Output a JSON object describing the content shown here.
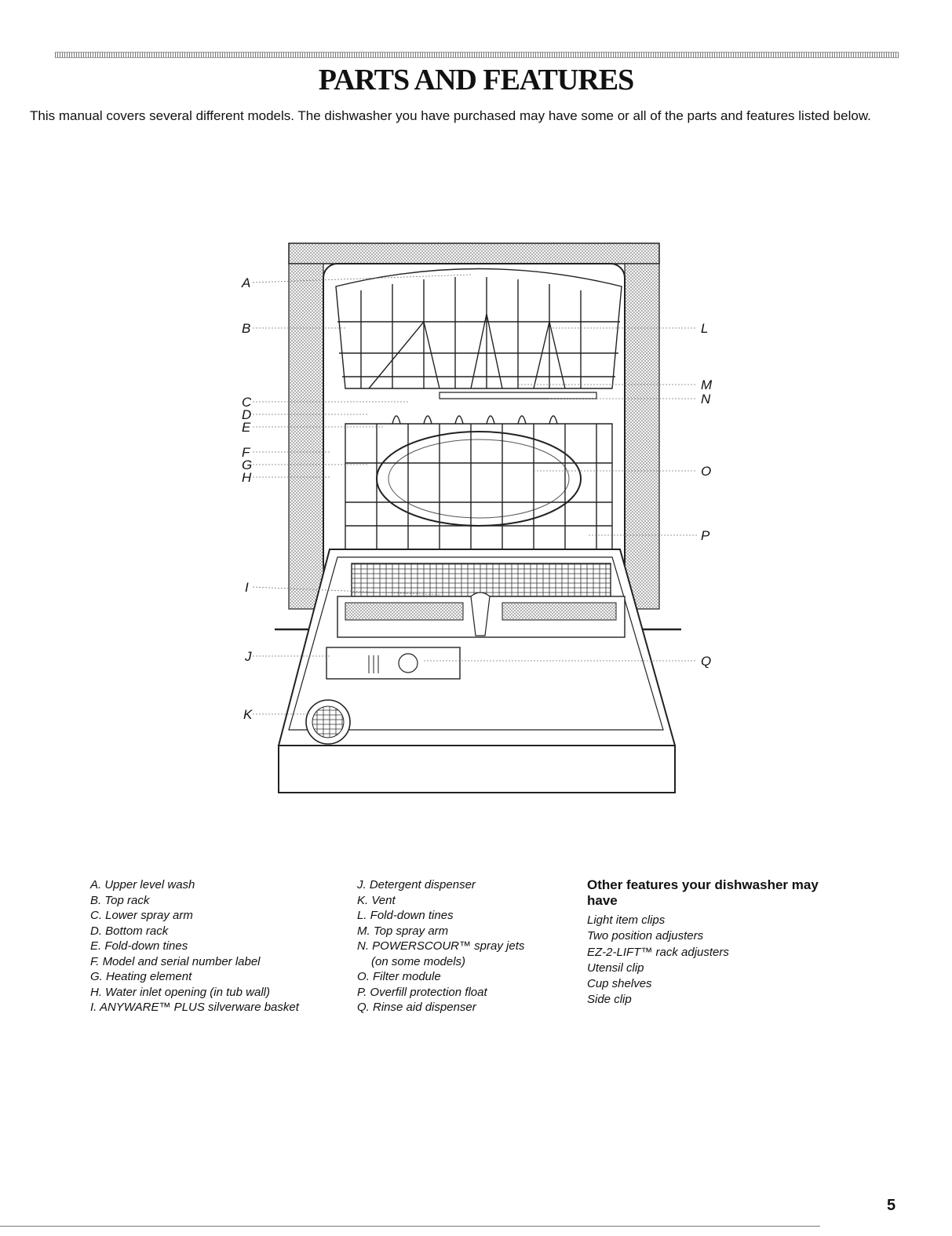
{
  "header": {
    "title": "PARTS AND FEATURES",
    "intro": "This manual covers several different models. The dishwasher you have purchased may have some or all of the parts and features listed below."
  },
  "diagram": {
    "callouts_left": [
      "A",
      "B",
      "C",
      "D",
      "E",
      "F",
      "G",
      "H",
      "I",
      "J",
      "K"
    ],
    "callouts_right": [
      "L",
      "M",
      "N",
      "O",
      "P",
      "Q"
    ]
  },
  "legend": {
    "column1": [
      "A. Upper level wash",
      "B. Top rack",
      "C. Lower spray arm",
      "D. Bottom rack",
      "E. Fold-down tines",
      "F. Model and serial number label",
      "G. Heating element",
      "H. Water inlet opening (in tub wall)",
      "I. ANYWARE™ PLUS silverware basket"
    ],
    "column2": [
      "J. Detergent dispenser",
      "K. Vent",
      "L. Fold-down tines",
      "M. Top spray arm",
      "N. POWERSCOUR™ spray jets",
      "(on some models)",
      "O. Filter module",
      "P. Overfill protection float",
      "Q. Rinse aid dispenser"
    ]
  },
  "other_features": {
    "title": "Other features your dishwasher may have",
    "items": [
      "Light item clips",
      "Two position adjusters",
      "EZ-2-LIFT™ rack adjusters",
      "Utensil clip",
      "Cup shelves",
      "Side clip"
    ]
  },
  "footer": {
    "page_number": "5"
  }
}
